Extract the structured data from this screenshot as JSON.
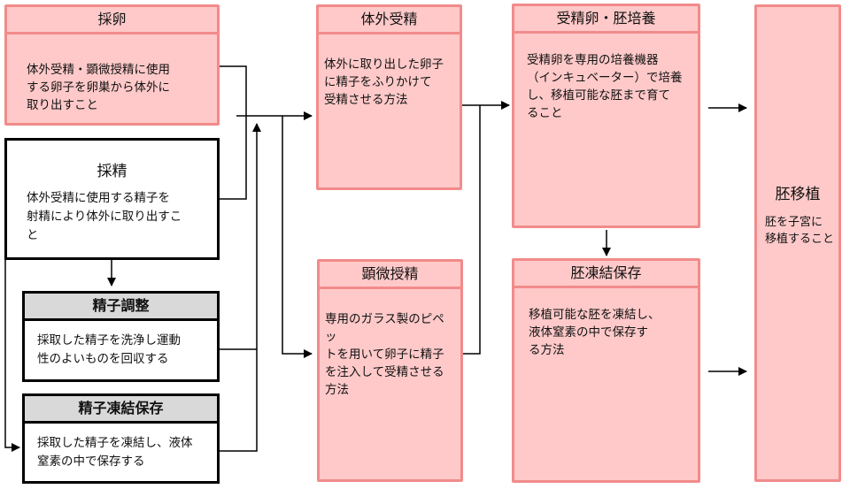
{
  "diagram": {
    "egg_retrieval": {
      "title": "採卵",
      "text": "体外受精・顕微授精に使用\nする卵子を卵巣から体外に\n取り出すこと"
    },
    "sperm_collection": {
      "title": "採精",
      "text": "体外受精に使用する精子を\n射精により体外に取り出すこ\nと"
    },
    "sperm_preparation": {
      "title": "精子調整",
      "text": "採取した精子を洗浄し運動\n性のよいものを回収する"
    },
    "sperm_freezing": {
      "title": "精子凍結保存",
      "text": "採取した精子を凍結し、液体\n窒素の中で保存する"
    },
    "ivf": {
      "title": "体外受精",
      "text": "体外に取り出した卵子\nに精子をふりかけて\n受精させる方法"
    },
    "icsi": {
      "title": "顕微授精",
      "text": "専用のガラス製のピペッ\nトを用いて卵子に精子\nを注入して受精させる\n方法"
    },
    "embryo_culture": {
      "title": "受精卵・胚培養",
      "text": "受精卵を専用の培養機器\n（インキュベーター）で培養\nし、移植可能な胚まで育て\nること"
    },
    "embryo_freezing": {
      "title": "胚凍結保存",
      "text": "移植可能な胚を凍結し、\n液体窒素の中で保存す\nる方法"
    },
    "embryo_transfer": {
      "title": "胚移植",
      "text": "胚を子宮に\n移植すること"
    },
    "colors": {
      "pink_fill": "#ffc9c9",
      "pink_border": "#f28b8b",
      "gray_header": "#d9d9d9",
      "line": "#000000"
    }
  }
}
